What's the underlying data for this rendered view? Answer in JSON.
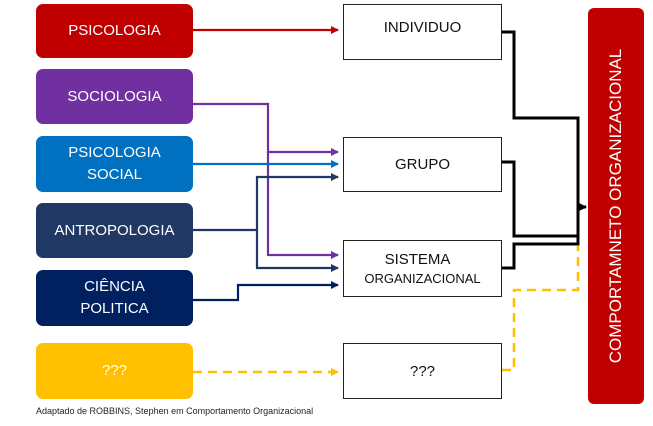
{
  "disciplines": [
    {
      "lines": [
        "PSICOLOGIA"
      ],
      "color": "#c00000"
    },
    {
      "lines": [
        "SOCIOLOGIA"
      ],
      "color": "#7030a0"
    },
    {
      "lines": [
        "PSICOLOGIA",
        "SOCIAL"
      ],
      "color": "#0070c0"
    },
    {
      "lines": [
        "ANTROPOLOGIA"
      ],
      "color": "#1f3864"
    },
    {
      "lines": [
        "CIÊNCIA",
        "POLITICA"
      ],
      "color": "#002060"
    },
    {
      "lines": [
        "???"
      ],
      "color": "#ffc000"
    }
  ],
  "levels": [
    {
      "label": "INDIVIDUO"
    },
    {
      "label": "GRUPO"
    },
    {
      "label": "SISTEMA",
      "sublabel": "ORGANIZACIONAL"
    },
    {
      "label": "???"
    }
  ],
  "result": {
    "label": "COMPORTAMNETO ORGANIZACIONAL"
  },
  "caption": "Adaptado de ROBBINS, Stephen em Comportamento Organizacional",
  "colors": {
    "individuo_link": "#000000",
    "unknown_link": "#ffc000"
  }
}
